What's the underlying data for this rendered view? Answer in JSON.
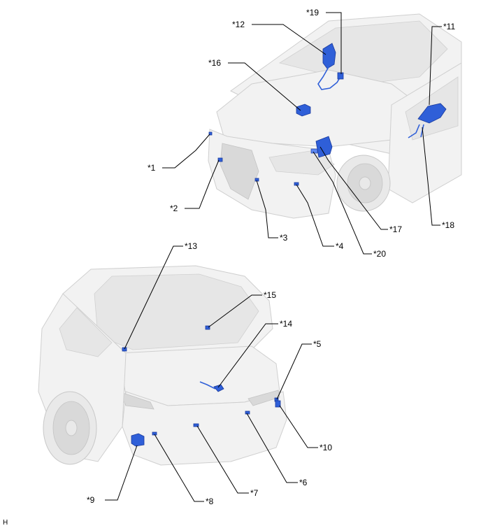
{
  "callouts": {
    "c1": "*1",
    "c2": "*2",
    "c3": "*3",
    "c4": "*4",
    "c5": "*5",
    "c6": "*6",
    "c7": "*7",
    "c8": "*8",
    "c9": "*9",
    "c10": "*10",
    "c11": "*11",
    "c12": "*12",
    "c13": "*13",
    "c14": "*14",
    "c15": "*15",
    "c16": "*16",
    "c17": "*17",
    "c18": "*18",
    "c19": "*19",
    "c20": "*20"
  },
  "corner_code": "H",
  "colors": {
    "part": "#2f5fd8",
    "car_body": "#f2f2f2"
  }
}
